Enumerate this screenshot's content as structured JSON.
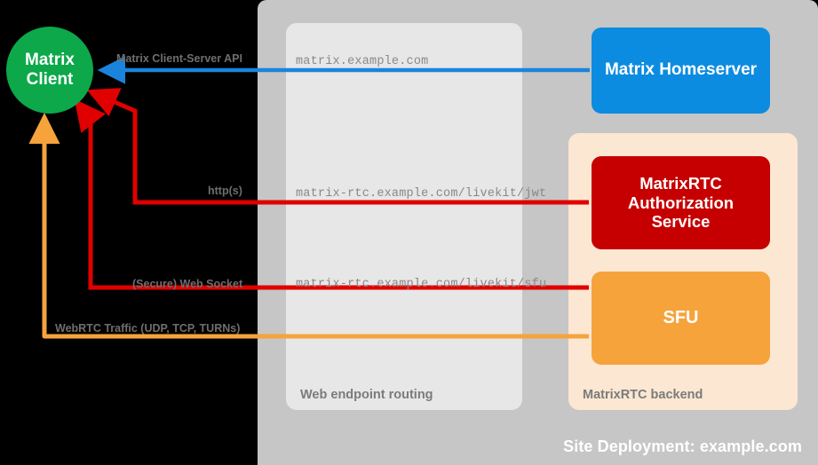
{
  "deployment": {
    "label": "Site Deployment: example.com",
    "bg_color": "#c6c6c6"
  },
  "routing": {
    "label": "Web endpoint routing",
    "bg_color": "#e7e7e7",
    "endpoints": [
      {
        "url": "matrix.example.com"
      },
      {
        "url": "matrix-rtc.example.com/livekit/jwt"
      },
      {
        "url": "matrix-rtc.example.com/livekit/sfu"
      }
    ]
  },
  "backend": {
    "label": "MatrixRTC backend",
    "bg_color": "#fce7d3"
  },
  "nodes": {
    "client": {
      "line1": "Matrix",
      "line2": "Client",
      "color": "#0ca84a"
    },
    "homeserver": {
      "label": "Matrix Homeserver",
      "color": "#0c8ce0"
    },
    "auth_service": {
      "line1": "MatrixRTC",
      "line2": "Authorization",
      "line3": "Service",
      "color": "#c60000"
    },
    "sfu": {
      "label": "SFU",
      "color": "#f6a33c"
    }
  },
  "edges": [
    {
      "id": "cs-api",
      "label": "Matrix Client-Server API",
      "color": "#1a84dd",
      "from": "homeserver",
      "to": "client"
    },
    {
      "id": "https",
      "label": "http(s)",
      "color": "#e00000",
      "from": "client",
      "to": "auth_service"
    },
    {
      "id": "websocket",
      "label": "(Secure) Web Socket",
      "color": "#e00000",
      "from": "client",
      "to": "sfu"
    },
    {
      "id": "webrtc",
      "label": "WebRTC Traffic (UDP, TCP, TURNs)",
      "color": "#f6a33c",
      "from": "client",
      "to": "sfu"
    }
  ]
}
